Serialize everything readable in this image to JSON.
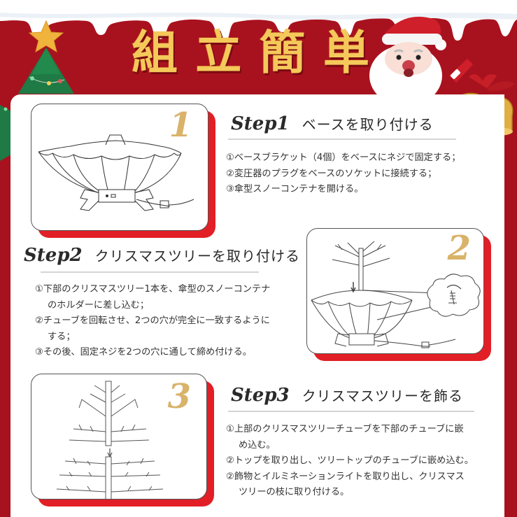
{
  "header": {
    "title_chars": [
      "組",
      "立",
      "簡",
      "単"
    ],
    "colors": {
      "background": "#a8121e",
      "title": "#f4c95a",
      "snow": "#ffffff",
      "panel_shadow": "#e21f26",
      "step_number": "#d9b36a"
    }
  },
  "steps": [
    {
      "number": "1",
      "step_label": "Step1",
      "title": "ベースを取り付ける",
      "items": [
        {
          "line1": "①ベースブラケット（4個）をベースにネジで固定する；"
        },
        {
          "line1": "②変圧器のプラグをベースのソケットに接続する；"
        },
        {
          "line1": "③傘型スノーコンテナを開ける。"
        }
      ],
      "illustration": "umbrella-base-with-cord"
    },
    {
      "number": "2",
      "step_label": "Step2",
      "title": "クリスマスツリーを取り付ける",
      "items": [
        {
          "line1": "①下部のクリスマスツリー1本を、傘型のスノーコンテナ",
          "line2": "のホルダーに差し込む；"
        },
        {
          "line1": "②チューブを回転させ、2つの穴が完全に一致するように",
          "line2": "する；"
        },
        {
          "line1": "③その後、固定ネジを2つの穴に通して締め付ける。"
        }
      ],
      "illustration": "tree-inserted-into-base-with-screw-detail"
    },
    {
      "number": "3",
      "step_label": "Step3",
      "title": "クリスマスツリーを飾る",
      "items": [
        {
          "line1": "①上部のクリスマスツリーチューブを下部のチューブに嵌",
          "line2": "め込む。"
        },
        {
          "line1": "②トップを取り出し、ツリートップのチューブに嵌め込む。"
        },
        {
          "line1": "②飾物とイルミネーションライトを取り出し、クリスマス",
          "line2": "ツリーの枝に取り付ける。"
        }
      ],
      "illustration": "upper-tree-joined-to-lower-tree"
    }
  ]
}
